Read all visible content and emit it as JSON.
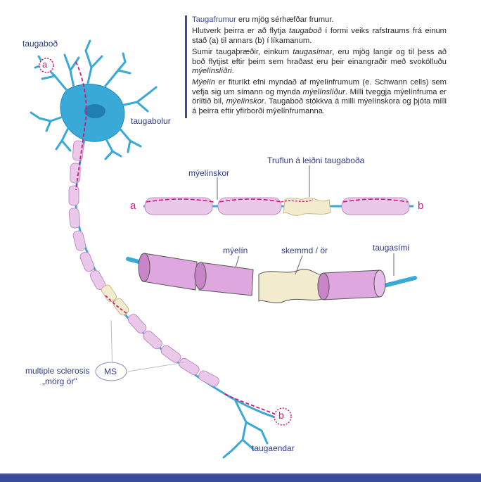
{
  "text": {
    "p1_lead": "Taugafrumur",
    "p1_rest": " eru mjög sérhæfðar frumur.",
    "p2_a": "Hlutverk þeirra er að flytja ",
    "p2_em": "taugaboð",
    "p2_b": " í formi veiks rafstraums frá einum stað (a) til annars (b) í líkamanum.",
    "p3_a": "Sumir taugaþræðir, einkum ",
    "p3_em": "taugasímar",
    "p3_b": ", eru mjög langir og til þess að boð flytjist eftir þeim sem hraðast eru þeir einangraðir með svokölluðu ",
    "p3_em2": "mýelínslíðri",
    "p3_c": ".",
    "p4_em": "Mýelín",
    "p4_a": " er fituríkt efni myndað af mýelínfrumum (e. Schwann cells) sem vefja sig um símann og mynda ",
    "p4_em2": "mýelínslíður",
    "p4_b": ". Milli tveggja mýelínfruma er örlítið bil, ",
    "p4_em3": "mýelínskor",
    "p4_c": ". Taugaboð stökkva á milli mýelínskora og þjóta milli á þeirra eftir yfirborði mýelínfrumanna."
  },
  "labels": {
    "taugabod": "taugaboð",
    "taugabolur": "taugabolur",
    "myelinskor": "mýelínskor",
    "truflun": "Truflun á leiðni taugaboða",
    "a_mid": "a",
    "b_mid": "b",
    "myelin": "mýelín",
    "skemmd": "skemmd / ör",
    "taugasimi": "taugasími",
    "ms_line1": "multiple sclerosis",
    "ms_line2": "„mörg ör\"",
    "ms_badge": "MS",
    "taugaendar": "taugaendar",
    "a_top": "a",
    "b_bottom": "b"
  },
  "colors": {
    "label_blue": "#2e3c8c",
    "neuron_blue": "#39a9d8",
    "myelin_pink": "#eac8ea",
    "signal_magenta": "#d6157e",
    "scar_cream": "#f3ebcd",
    "band": "#3b4a9a"
  }
}
